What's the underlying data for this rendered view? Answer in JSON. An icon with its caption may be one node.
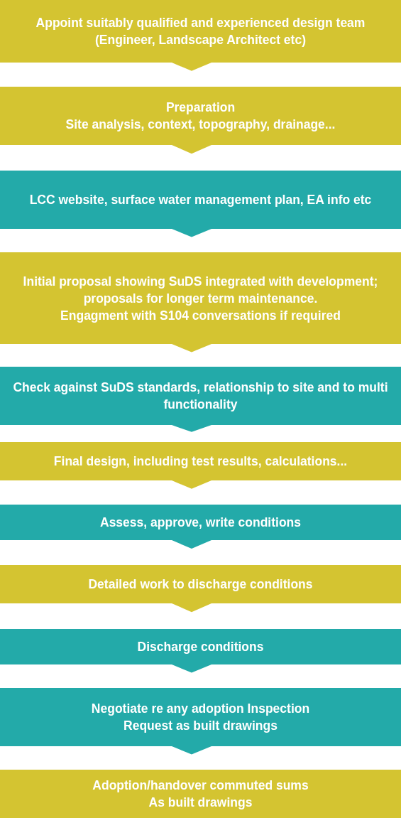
{
  "diagram": {
    "nodes": [
      {
        "text": [
          "Appoint suitably qualified and experienced design team (Engineer, Landscape Architect etc)"
        ]
      },
      {
        "text": [
          "Preparation",
          "Site analysis, context, topography, drainage..."
        ]
      },
      {
        "text": [
          "LCC website, surface water management plan, EA info etc"
        ]
      },
      {
        "text": [
          "Initial proposal showing SuDS integrated with development; proposals for longer term maintenance.",
          "Engagment with S104 conversations if required"
        ]
      },
      {
        "text": [
          "Check against SuDS standards, relationship to site and to multi functionality"
        ]
      },
      {
        "text": [
          "Final design, including test results, calculations..."
        ]
      },
      {
        "text": [
          "Assess, approve, write conditions"
        ]
      },
      {
        "text": [
          "Detailed work to discharge conditions"
        ]
      },
      {
        "text": [
          "Discharge conditions"
        ]
      },
      {
        "text": [
          "Negotiate re any adoption Inspection",
          "Request as built drawings"
        ]
      },
      {
        "text": [
          "Adoption/handover commuted sums",
          "As built drawings"
        ]
      }
    ],
    "edges": [
      {
        "from": 0,
        "to": 1,
        "arrow": "to"
      },
      {
        "from": 1,
        "to": 2,
        "arrow": "to"
      },
      {
        "from": 2,
        "to": 3,
        "arrow": "to"
      },
      {
        "from": 3,
        "to": 4,
        "arrow": "to"
      },
      {
        "from": 4,
        "to": 5,
        "arrow": "to"
      },
      {
        "from": 5,
        "to": 6,
        "arrow": "to"
      },
      {
        "from": 6,
        "to": 7,
        "arrow": "to"
      },
      {
        "from": 7,
        "to": 8,
        "arrow": "to"
      },
      {
        "from": 8,
        "to": 9,
        "arrow": "to"
      },
      {
        "from": 9,
        "to": 10,
        "arrow": "to"
      }
    ]
  }
}
